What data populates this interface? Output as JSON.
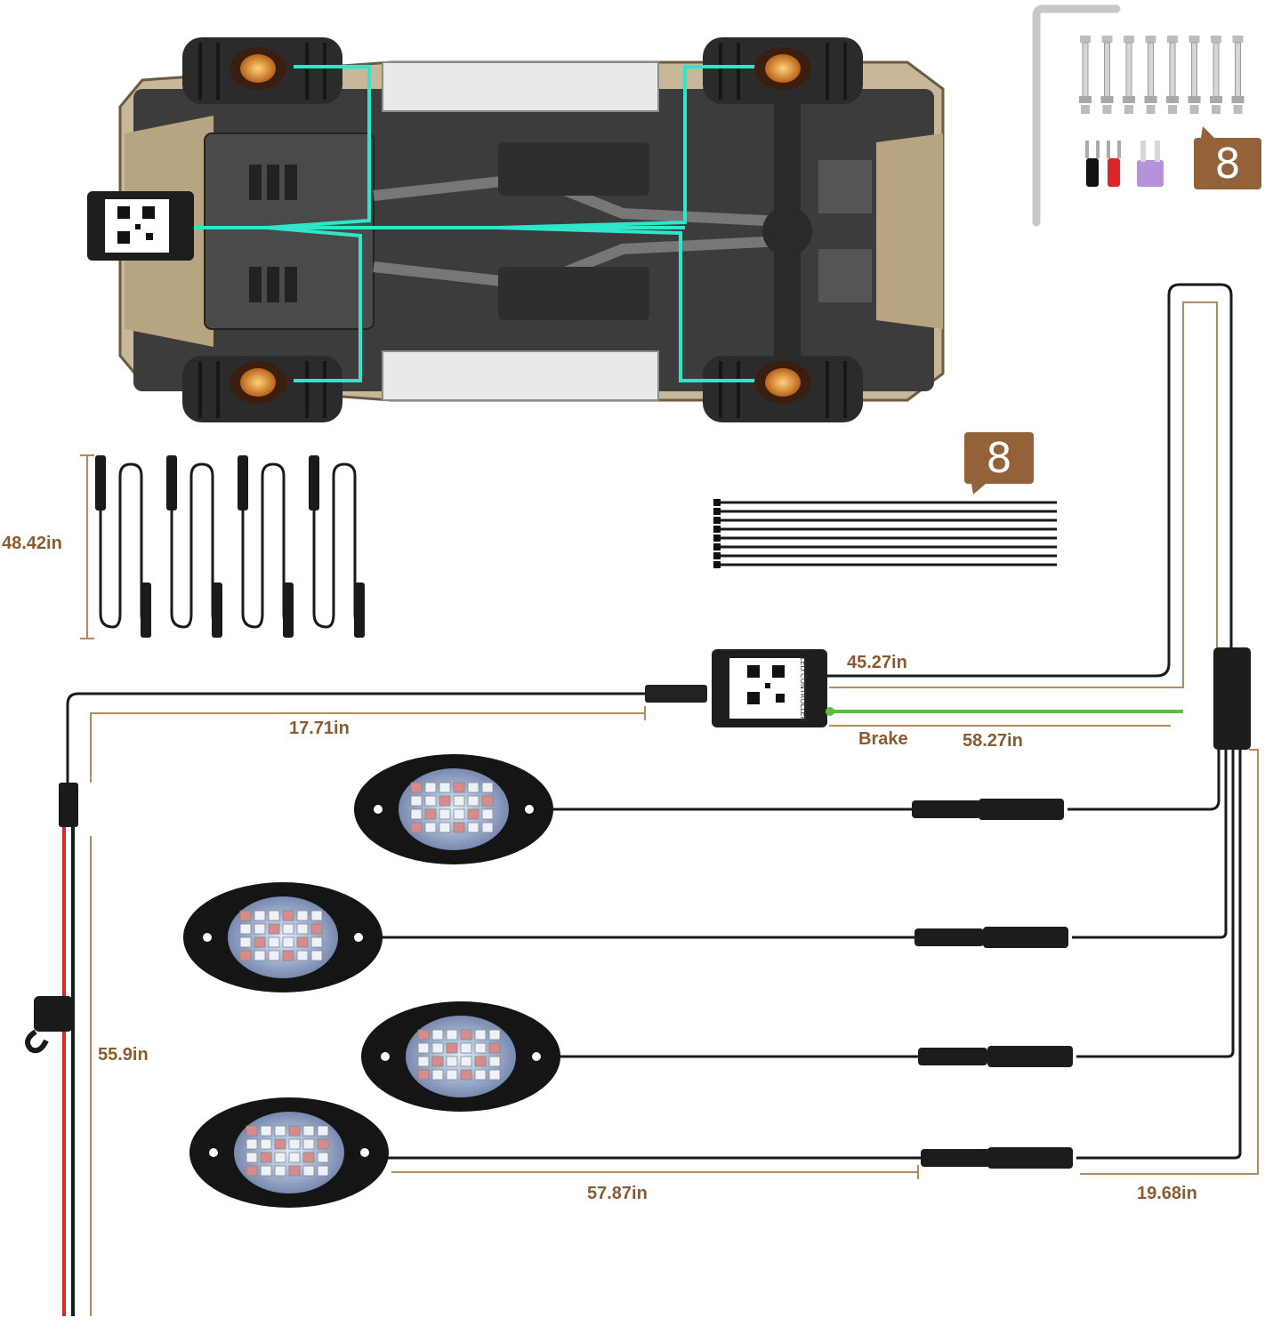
{
  "colors": {
    "dimension_text": "#8a5a30",
    "badge": "#946238",
    "wiring_highlight": "#2ee6c9",
    "wire_black": "#1a1a1a",
    "wire_red": "#d8262a",
    "wire_green": "#5cbf3a",
    "led_amber": "#f4a73a"
  },
  "icons": [
    "hex-key-icon",
    "bolt-icon",
    "fork-terminal-icon",
    "fuse-icon",
    "cable-tie-icon",
    "qr-code-icon",
    "rock-light-icon",
    "fuse-holder-icon"
  ],
  "badges": {
    "hardware_count": "8",
    "cable_tie_count": "8"
  },
  "controller": {
    "label": "LED CONTROLLER"
  },
  "dimensions": {
    "extension_cable": "48.42in",
    "power_lead": "17.71in",
    "controller_out": "45.27in",
    "brake_label": "Brake",
    "brake_wire": "58.27in",
    "battery_cable": "55.9in",
    "light_cable": "57.87in",
    "splitter_lead": "19.68in"
  }
}
